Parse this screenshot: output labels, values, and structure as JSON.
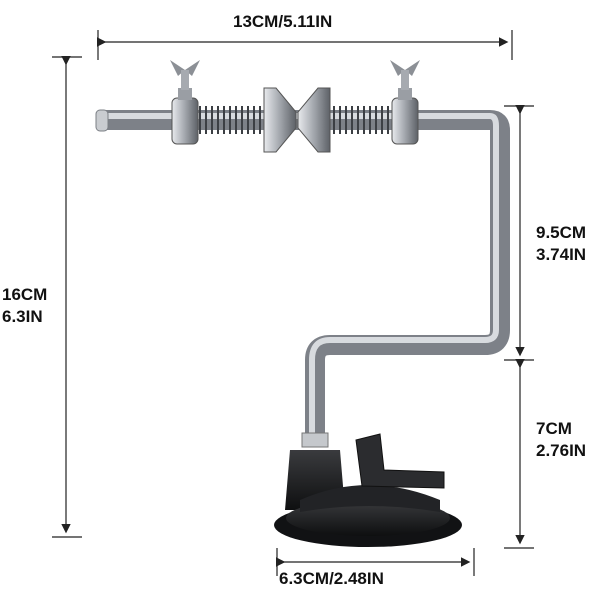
{
  "product": {
    "name_icon": "fishing-line-spooler-icon",
    "colors": {
      "chrome": "#b8bcc2",
      "chrome_dark": "#6e737a",
      "base": "#1b1c1e",
      "dimension_line": "#222222"
    }
  },
  "dimensions": {
    "top_width": "13CM/5.11IN",
    "total_height_cm": "16CM",
    "total_height_in": "6.3IN",
    "upper_height_cm": "9.5CM",
    "upper_height_in": "3.74IN",
    "lower_height_cm": "7CM",
    "lower_height_in": "2.76IN",
    "base_width": "6.3CM/2.48IN"
  }
}
